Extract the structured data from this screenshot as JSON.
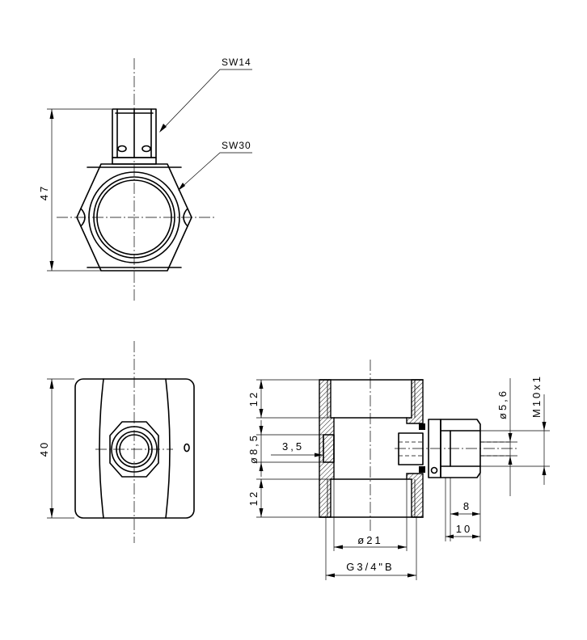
{
  "labels": {
    "sw14": "SW14",
    "sw30": "SW30",
    "h47": "47",
    "h40": "40",
    "h12_top": "12",
    "h12_bottom": "12",
    "d8_5": "ø8,5",
    "d3_5": "3,5",
    "d5_6": "ø5,6",
    "m10x1": "M10x1",
    "w8": "8",
    "w10": "10",
    "d21": "ø21",
    "g34b": "G3/4\"B"
  }
}
